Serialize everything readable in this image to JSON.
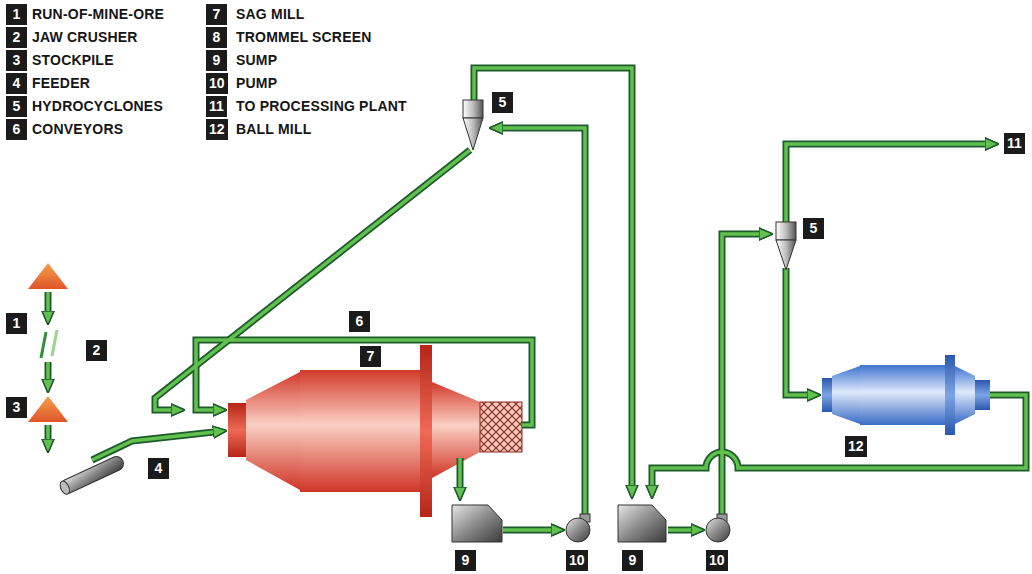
{
  "diagram": {
    "labels": [
      "1",
      "RUN-OF-MINE-ORE",
      "2",
      "JAW CRUSHER",
      "3",
      "STOCKPILE",
      "4",
      "FEEDER",
      "5",
      "HYDROCYCLONES",
      "6",
      "CONVEYORS",
      "7",
      "SAG MILL",
      "8",
      "TROMMEL SCREEN",
      "9",
      "SUMP",
      "10",
      "PUMP",
      "11",
      "TO PROCESSING PLANT",
      "12",
      "BALL MILL",
      "5",
      "11",
      "5",
      "1",
      "2",
      "6",
      "7",
      "3",
      "4",
      "12",
      "9",
      "10",
      "9",
      "10"
    ]
  }
}
